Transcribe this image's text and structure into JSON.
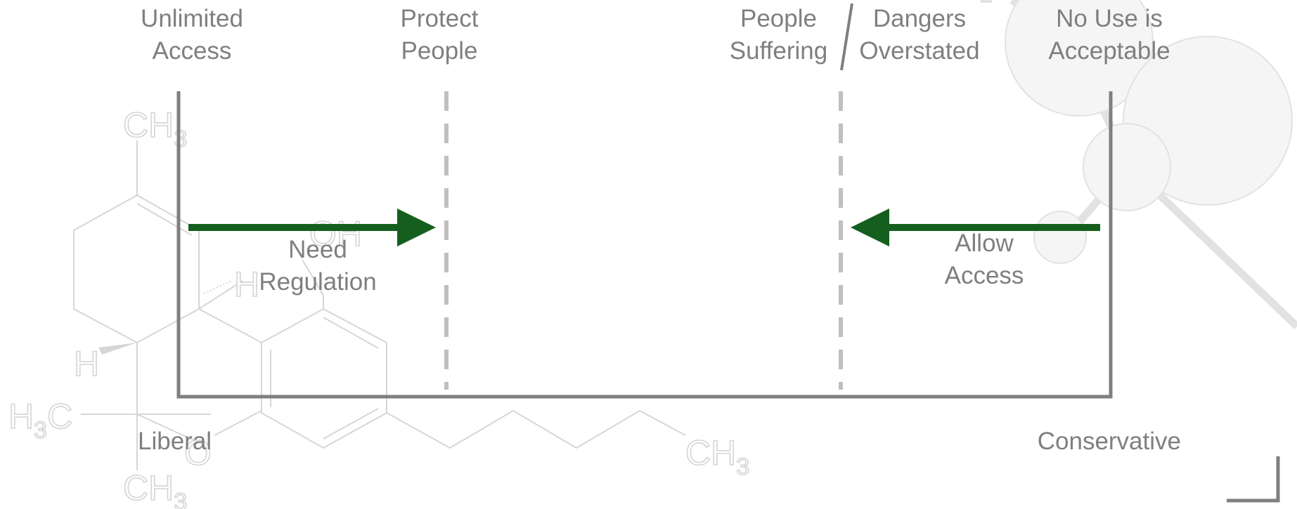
{
  "top_labels": {
    "unlimited_access": [
      "Unlimited",
      "Access"
    ],
    "protect_people": [
      "Protect",
      "People"
    ],
    "people_suffering": [
      "People",
      "Suffering"
    ],
    "dangers_overstated": [
      "Dangers",
      "Overstated"
    ],
    "no_use_acceptable": [
      "No Use is",
      "Acceptable"
    ]
  },
  "arrow_labels": {
    "need_regulation": [
      "Need",
      "Regulation"
    ],
    "allow_access": [
      "Allow",
      "Access"
    ]
  },
  "axis": {
    "left_end": "Liberal",
    "right_end": "Conservative"
  },
  "molecule_labels": {
    "ch3_top": [
      "CH",
      "3"
    ],
    "oh": "OH",
    "h_upper": "H",
    "h_lower": "H",
    "h3c": [
      "H",
      "3",
      "C"
    ],
    "o": "O",
    "ch3_bottom": [
      "CH",
      "3"
    ],
    "ch3_right": [
      "CH",
      "3"
    ]
  },
  "colors": {
    "spectrum_line": "#7f7f7f",
    "dashed_divider": "#bfbfbf",
    "arrow": "#155f1e",
    "text": "#7f7f7f",
    "background_art": "#d4d4d4"
  }
}
